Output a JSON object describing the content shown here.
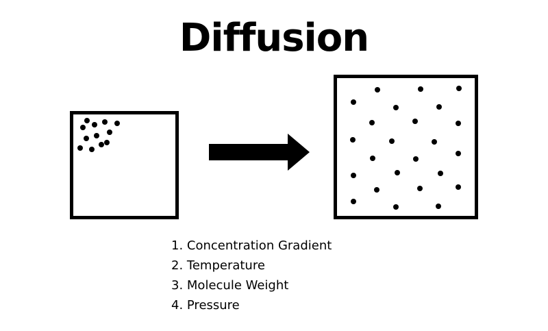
{
  "title": "Diffusion",
  "colors": {
    "ink": "#000000",
    "background": "#ffffff"
  },
  "diagram": {
    "before_box_icon": "square-with-clustered-particles",
    "arrow_icon": "right-arrow",
    "after_box_icon": "square-with-spread-particles"
  },
  "factors": [
    "1. Concentration Gradient",
    "2. Temperature",
    "3. Molecule Weight",
    "4. Pressure"
  ]
}
